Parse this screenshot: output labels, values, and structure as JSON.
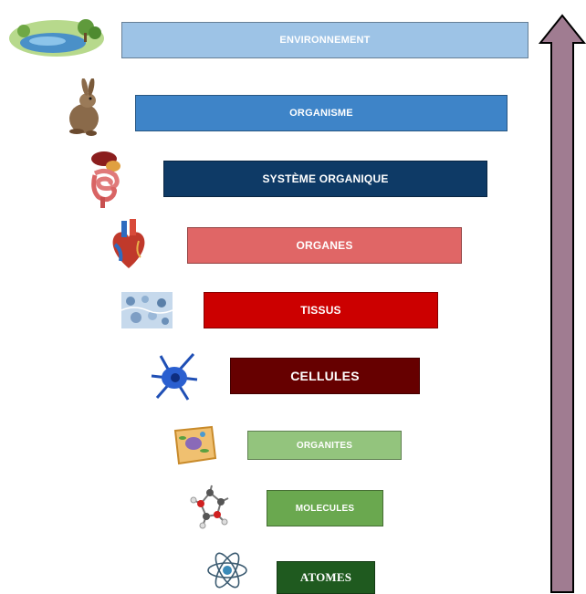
{
  "levels": [
    {
      "label": "ENVIRONNEMENT",
      "color": "#9dc3e6",
      "icon": "landscape-icon"
    },
    {
      "label": "ORGANISME",
      "color": "#3e84c8",
      "icon": "rabbit-icon"
    },
    {
      "label": "SYSTÈME ORGANIQUE",
      "color": "#0e3a66",
      "icon": "digestive-system-icon"
    },
    {
      "label": "ORGANES",
      "color": "#e06666",
      "icon": "heart-icon"
    },
    {
      "label": "TISSUS",
      "color": "#cc0000",
      "icon": "tissue-icon"
    },
    {
      "label": "CELLULES",
      "color": "#660000",
      "icon": "neuron-cell-icon"
    },
    {
      "label": "ORGANITES",
      "color": "#93c47d",
      "icon": "organelle-cell-icon"
    },
    {
      "label": "MOLECULES",
      "color": "#6aa84f",
      "icon": "molecule-icon"
    },
    {
      "label": "ATOMES",
      "color": "#1f5a1f",
      "icon": "atom-icon"
    }
  ],
  "arrow": {
    "color": "#a07c91",
    "icon": "up-arrow-icon"
  }
}
